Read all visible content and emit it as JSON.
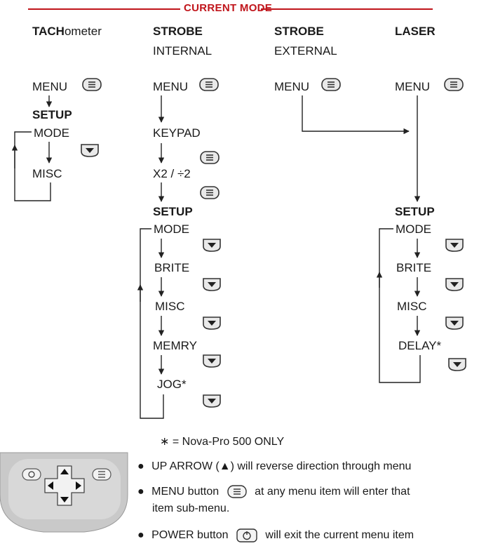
{
  "header": {
    "title": "CURRENT MODE"
  },
  "modes": {
    "tach": {
      "bold": "TACH",
      "rest": "ometer"
    },
    "strobe_int": {
      "title": "STROBE",
      "sub": "INTERNAL"
    },
    "strobe_ext": {
      "title": "STROBE",
      "sub": "EXTERNAL"
    },
    "laser": {
      "title": "LASER"
    }
  },
  "tach_flow": [
    "MENU",
    "SETUP",
    "MODE",
    "MISC"
  ],
  "strobe_int_flow": [
    "MENU",
    "KEYPAD",
    "X2 / ÷2",
    "SETUP",
    "MODE",
    "BRITE",
    "MISC",
    "MEMRY",
    "JOG*"
  ],
  "strobe_ext_flow": [
    "MENU"
  ],
  "laser_flow": [
    "MENU",
    "SETUP",
    "MODE",
    "BRITE",
    "MISC",
    "DELAY*"
  ],
  "footnote": "∗ = Nova-Pro 500 ONLY",
  "bullets": {
    "b1": "UP ARROW (▲) will reverse direction through menu",
    "b2_pre": "MENU button",
    "b2_post": "at any menu item will enter that",
    "b2_line2": "item sub-menu.",
    "b3_pre": "POWER button",
    "b3_post": "will exit the current menu item"
  },
  "icons": {
    "menu_button": "menu-button-icon",
    "down_button": "down-arrow-button-icon",
    "power_button": "power-button-icon",
    "keypad": "keypad-image"
  },
  "colors": {
    "accent": "#c0151b",
    "button_fill": "#e9e9e9",
    "keypad_body": "#c9c9c9"
  }
}
